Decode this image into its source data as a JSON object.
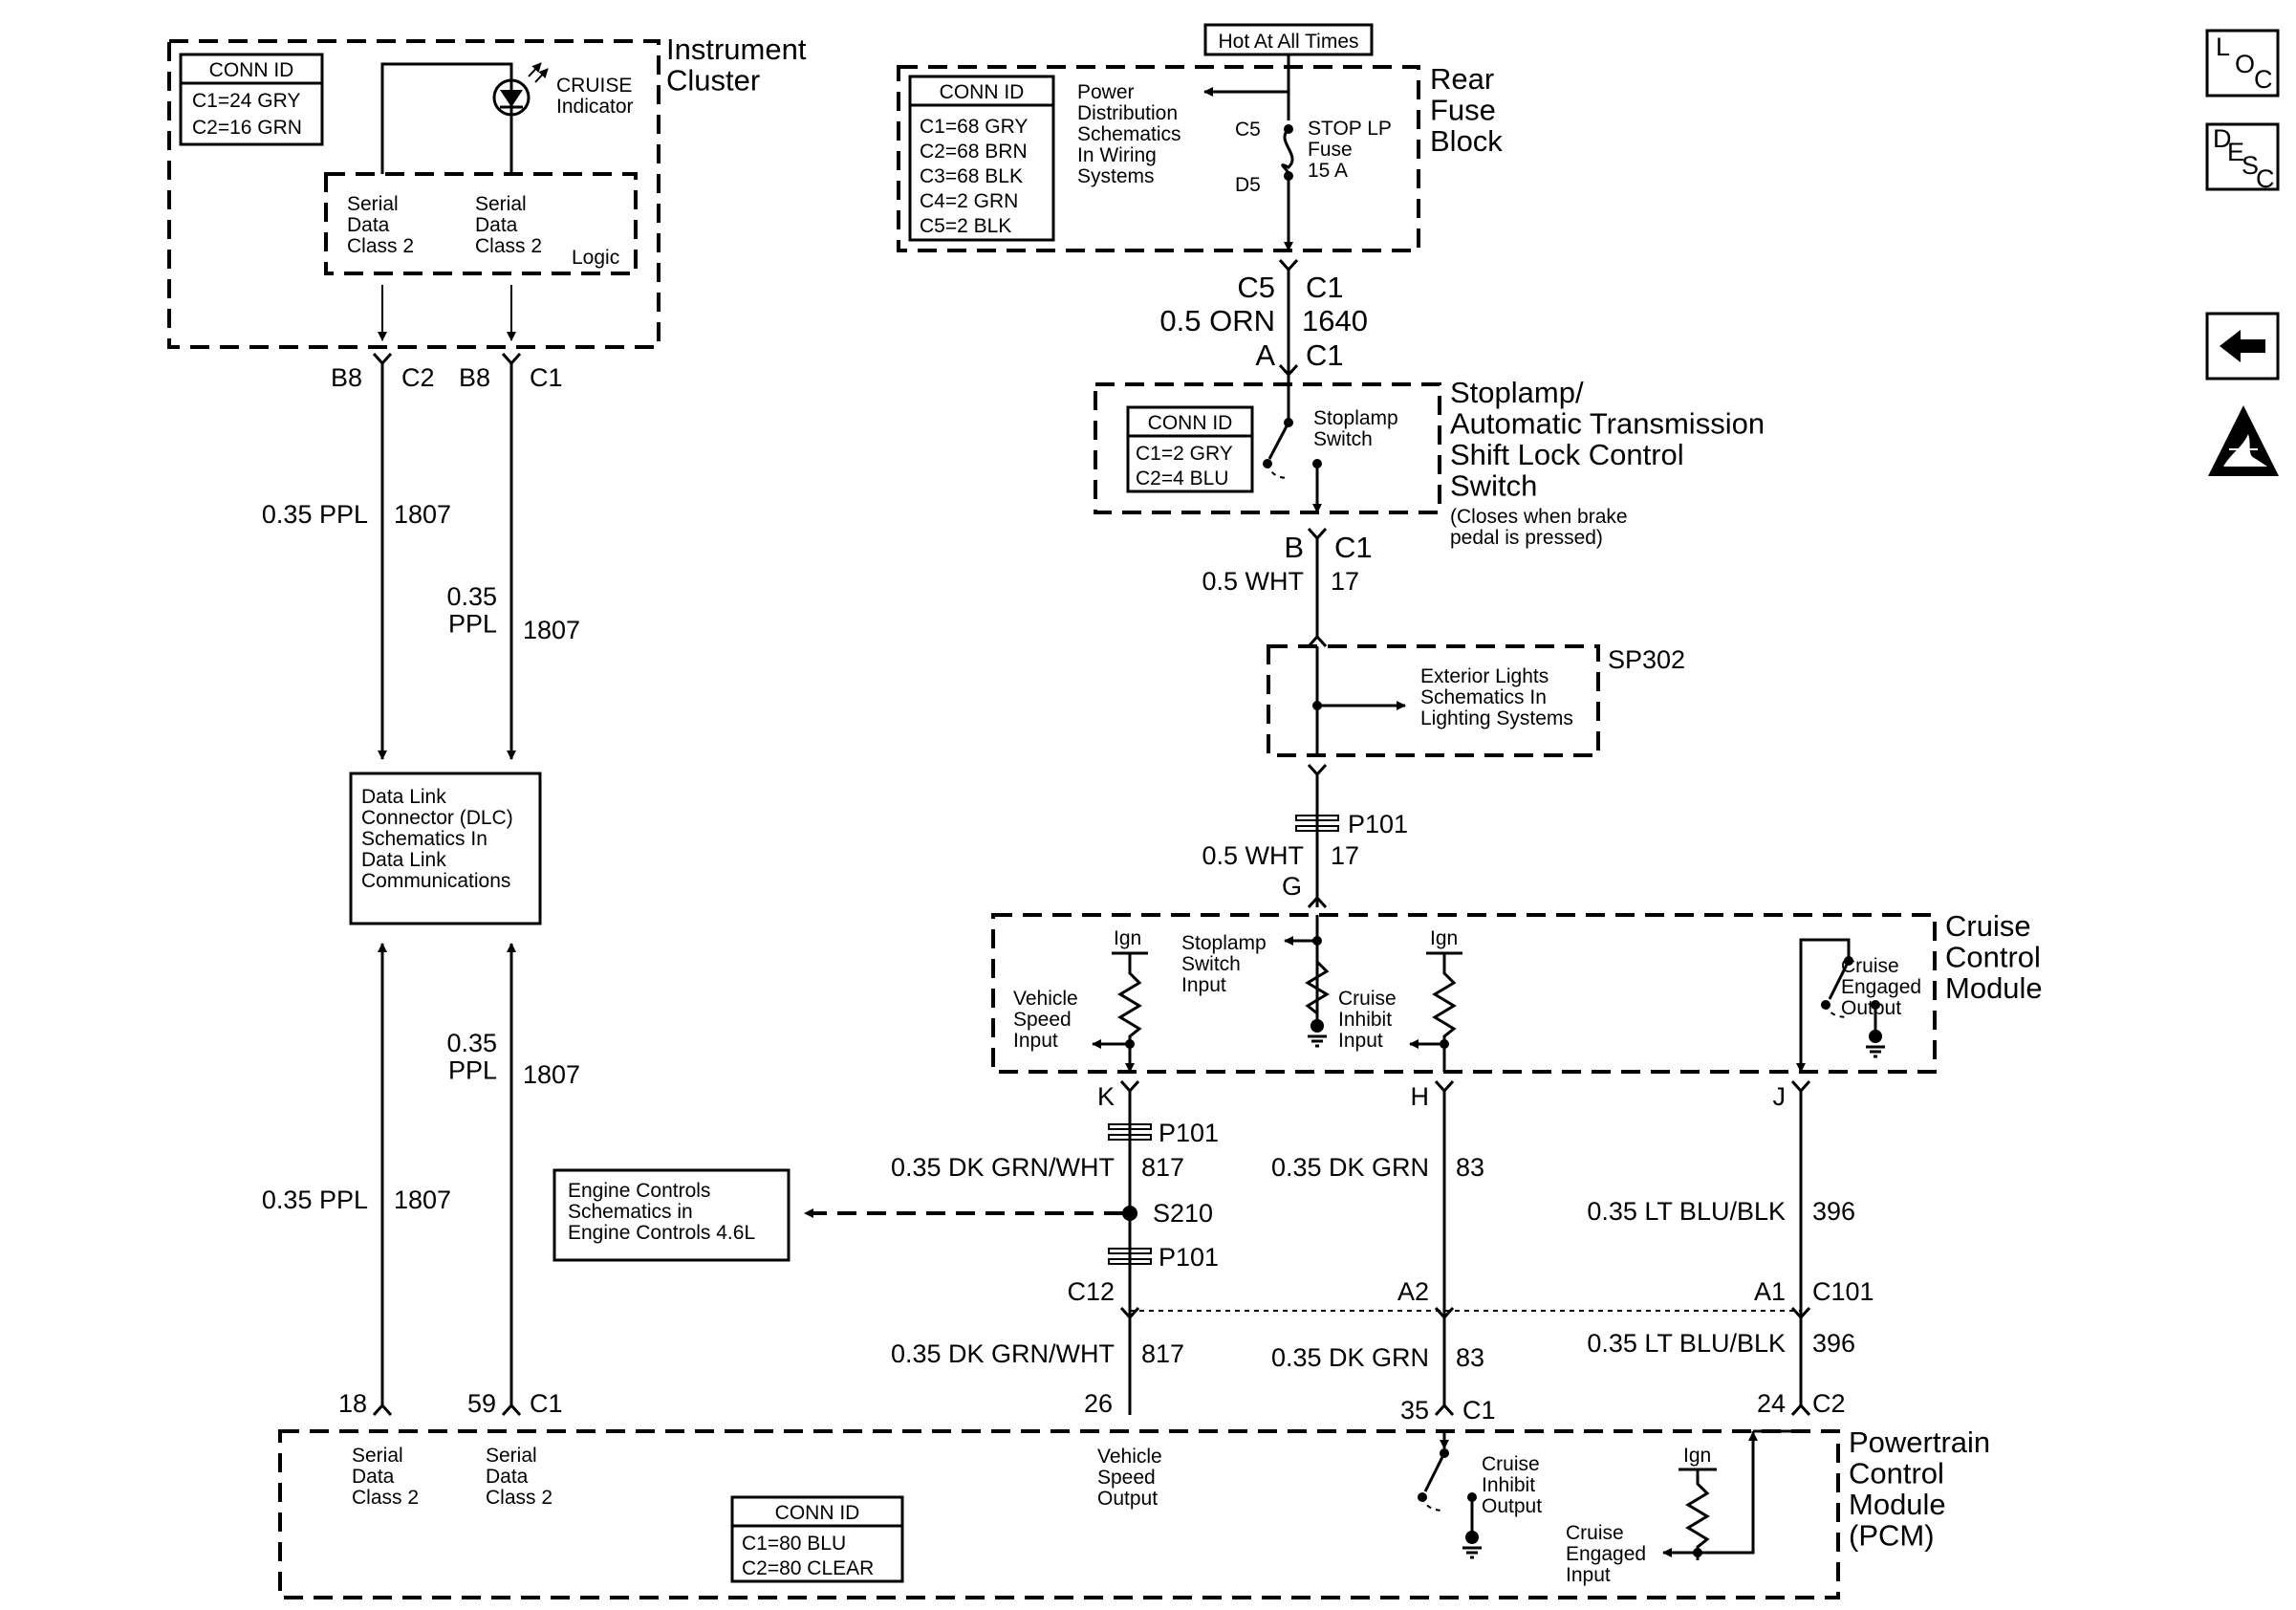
{
  "instrument_cluster": {
    "name": "Instrument\nCluster",
    "conn_id_header": "CONN ID",
    "conn_id": [
      "C1=24 GRY",
      "C2=16 GRN"
    ],
    "cruise_indicator": "CRUISE\nIndicator",
    "serial_left": "Serial\nData\nClass 2",
    "serial_right": "Serial\nData\nClass 2",
    "logic": "Logic",
    "pins": [
      "B8",
      "C2",
      "B8",
      "C1"
    ]
  },
  "rear_fuse_block": {
    "hot_label": "Hot At All Times",
    "name": "Rear\nFuse\nBlock",
    "conn_id_header": "CONN ID",
    "conn_id": [
      "C1=68 GRY",
      "C2=68 BRN",
      "C3=68 BLK",
      "C4=2 GRN",
      "C5=2 BLK"
    ],
    "power_text": "Power\nDistribution\nSchematics\nIn Wiring\nSystems",
    "pin_top": "C5",
    "pin_bottom": "D5",
    "fuse_label": "STOP LP\nFuse\n15 A"
  },
  "wires_main": {
    "w1640": {
      "top_left": "C5",
      "top_right": "C1",
      "left": "0.5 ORN",
      "right": "1640",
      "bot_left": "A",
      "bot_right": "C1"
    },
    "w17a": {
      "top_left": "B",
      "top_right": "C1",
      "left": "0.5 WHT",
      "right": "17"
    },
    "w17b": {
      "left": "0.5 WHT",
      "right": "17",
      "bot": "G"
    }
  },
  "stoplamp_switch": {
    "name": "Stoplamp/\nAutomatic Transmission\nShift Lock Control\nSwitch",
    "note": "(Closes when brake\npedal is pressed)",
    "conn_id_header": "CONN ID",
    "conn_id": [
      "C1=2 GRY",
      "C2=4 BLU"
    ],
    "switch_label": "Stoplamp\nSwitch"
  },
  "sp302": {
    "name": "SP302",
    "text": "Exterior Lights\nSchematics In\nLighting Systems"
  },
  "p101": "P101",
  "s210": "S210",
  "cruise_module": {
    "name": "Cruise\nControl\nModule",
    "ign1": "Ign",
    "ign2": "Ign",
    "vehicle_speed_input": "Vehicle\nSpeed\nInput",
    "stoplamp_input": "Stoplamp\nSwitch\nInput",
    "cruise_inhibit_input": "Cruise\nInhibit\nInput",
    "cruise_engaged_output": "Cruise\nEngaged\nOutput",
    "pins": [
      "K",
      "H",
      "J"
    ]
  },
  "dlc": {
    "text": "Data Link\nConnector (DLC)\nSchematics In\nData Link\nCommunications"
  },
  "left_wires": {
    "upper_left": "0.35 PPL",
    "upper_left_num": "1807",
    "upper_right": "0.35\nPPL",
    "upper_right_num": "1807",
    "lower_left": "0.35 PPL",
    "lower_left_num": "1807",
    "lower_right": "0.35\nPPL",
    "lower_right_num": "1807"
  },
  "engine_controls": {
    "text": "Engine Controls\nSchematics in\nEngine Controls 4.6L"
  },
  "lower_wires": {
    "k_color": "0.35 DK GRN/WHT",
    "k_num": "817",
    "h_color": "0.35 DK GRN",
    "h_num": "83",
    "j_color": "0.35 LT BLU/BLK",
    "j_num": "396",
    "c12": "C12",
    "a2": "A2",
    "a1": "A1",
    "c101": "C101",
    "k2_color": "0.35 DK GRN/WHT",
    "k2_num": "817",
    "h2_color": "0.35 DK GRN",
    "h2_num": "83",
    "j2_color": "0.35 LT BLU/BLK",
    "j2_num": "396"
  },
  "pcm": {
    "name": "Powertrain\nControl\nModule\n(PCM)",
    "pins": {
      "p18": "18",
      "p59": "59",
      "c1_left": "C1",
      "p26": "26",
      "p35": "35",
      "c1_right": "C1",
      "p24": "24",
      "c2": "C2"
    },
    "serial_left": "Serial\nData\nClass 2",
    "serial_right": "Serial\nData\nClass 2",
    "vehicle_speed_output": "Vehicle\nSpeed\nOutput",
    "cruise_inhibit_output": "Cruise\nInhibit\nOutput",
    "ign": "Ign",
    "cruise_engaged_input": "Cruise\nEngaged\nInput",
    "conn_id_header": "CONN ID",
    "conn_id": [
      "C1=80 BLU",
      "C2=80 CLEAR"
    ]
  },
  "side_icons": {
    "loc": "LOC",
    "desc": "DESC",
    "back": "back-arrow-icon",
    "esd": "esd-warning-icon"
  }
}
